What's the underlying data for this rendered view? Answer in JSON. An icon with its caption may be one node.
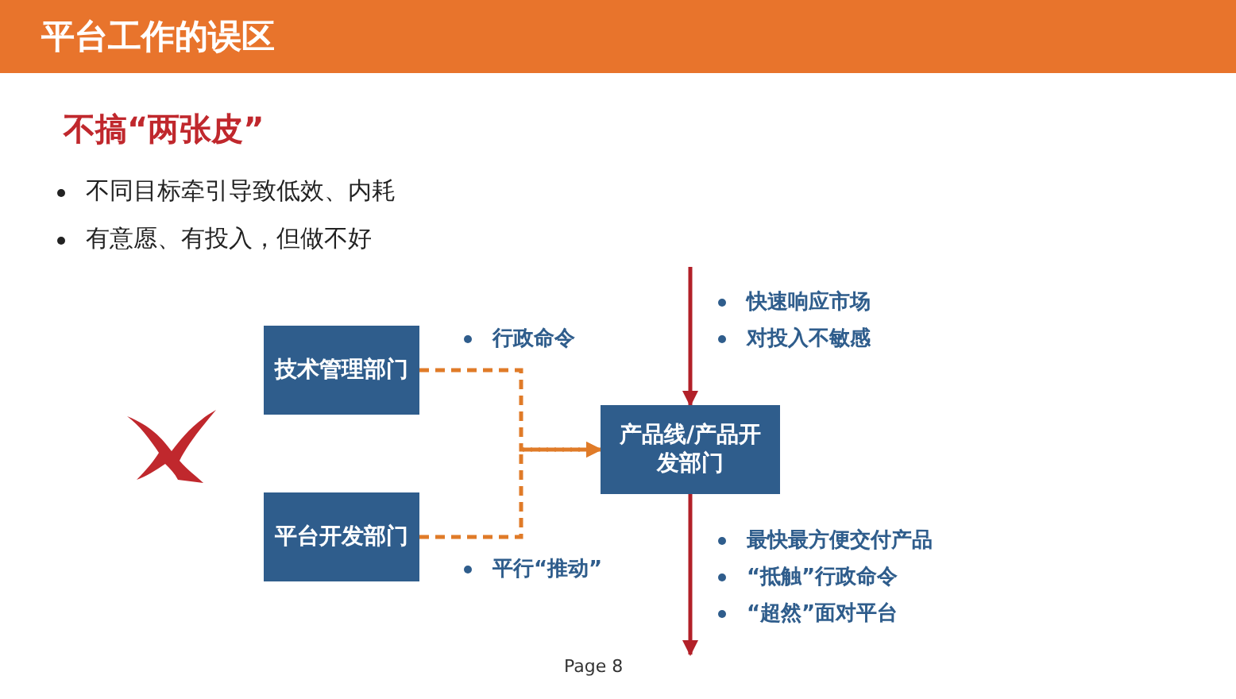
{
  "diagram": {
    "title": "平台工作的误区",
    "nodes": [
      {
        "text": [
          "技术管理部门"
        ]
      },
      {
        "text": [
          "平台开发部门"
        ]
      },
      {
        "text": [
          "产品线/产品开发部门"
        ]
      }
    ],
    "edges": [
      {
        "from": 0,
        "to": 2,
        "arrow": "to",
        "style": "dashed",
        "color": "#e07b28"
      },
      {
        "from": 1,
        "to": 2,
        "arrow": "to",
        "style": "dashed",
        "color": "#e07b28"
      },
      {
        "from": null,
        "to": 2,
        "arrow": "to",
        "color": "#b22028"
      },
      {
        "from": 2,
        "to": null,
        "arrow": "to",
        "color": "#b22028"
      }
    ],
    "labels": [
      "不搞“两张皮”",
      "不同目标牵引导致低效、内耗",
      "有意愿、有投入，但做不好",
      "快速响应市场",
      "对投入不敏感",
      "行政命令",
      "平行“推动”",
      "最快最方便交付产品",
      "“抵触”行政命令",
      "“超然”面对平台",
      "Page 8"
    ]
  }
}
